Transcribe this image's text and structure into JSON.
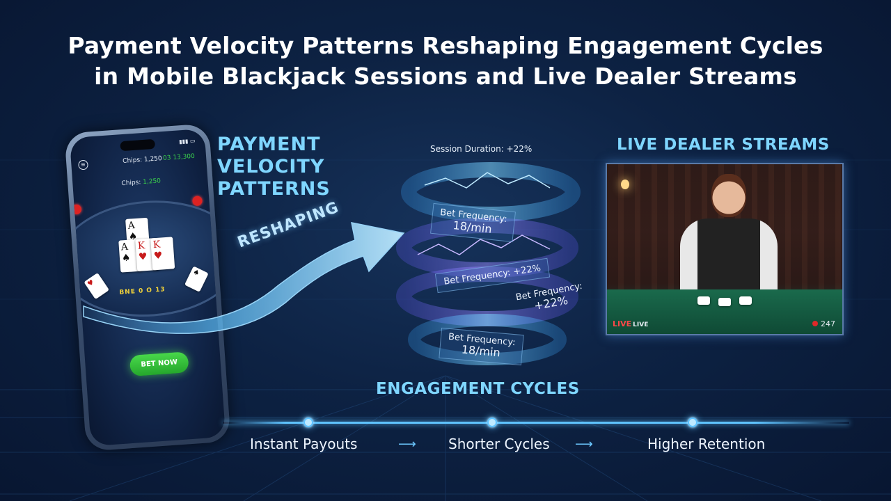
{
  "title": {
    "line1": "Payment Velocity Patterns Reshaping Engagement Cycles",
    "line2": "in Mobile Blackjack Sessions and Live Dealer Streams"
  },
  "phone": {
    "chips_top": "Chips: 1,250",
    "chips_top_green": "03 13,300",
    "chips_mid_label": "Chips:",
    "chips_mid_value": "1,250",
    "bet_labels": "BNE 0 O 13",
    "bet_button": "BET NOW"
  },
  "left_heading": {
    "line1": "PAYMENT",
    "line2": "VELOCITY",
    "line3": "PATTERNS"
  },
  "arrow_label": "RESHAPING",
  "spiral": {
    "session_duration": "Session Duration: +22%",
    "label_a_text": "Bet Frequency:",
    "label_a_value": "18/min",
    "label_b": "Bet Frequency: +22%",
    "label_c_text": "Bet Frequency:",
    "label_c_value": "+22%",
    "label_d_text": "Bet Frequency:",
    "label_d_value": "18/min"
  },
  "engagement_heading": "ENGAGEMENT CYCLES",
  "live": {
    "heading": "LIVE DEALER STREAMS",
    "live_label": "LIVE",
    "live_sub": "LIVE",
    "viewers": "247"
  },
  "timeline": {
    "steps": [
      "Instant Payouts",
      "Shorter Cycles",
      "Higher Retention"
    ]
  },
  "colors": {
    "accent": "#7fd6ff",
    "background": "#0d2243",
    "bet_button": "#36c13b",
    "live_red": "#ff4848"
  }
}
